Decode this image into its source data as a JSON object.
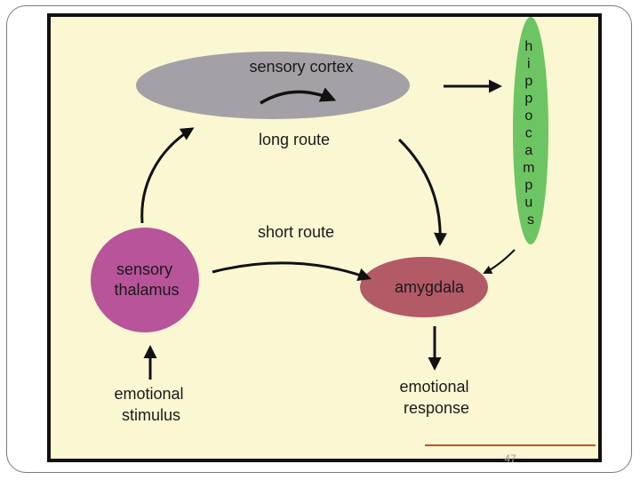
{
  "nodes": {
    "sensory_cortex": "sensory cortex",
    "sensory_thalamus_line1": "sensory",
    "sensory_thalamus_line2": "thalamus",
    "amygdala": "amygdala",
    "hippocampus_letters": [
      "h",
      "i",
      "p",
      "p",
      "o",
      "c",
      "a",
      "m",
      "p",
      "u",
      "s"
    ]
  },
  "routes": {
    "long_route": "long route",
    "short_route": "short route"
  },
  "inputs_outputs": {
    "stimulus_line1": "emotional",
    "stimulus_line2": "stimulus",
    "response_line1": "emotional",
    "response_line2": "response"
  },
  "footer": {
    "page_number": "47"
  },
  "colors": {
    "background": "#fbf7d2",
    "cortex": "#a3a1a6",
    "thalamus": "#b8549a",
    "amygdala": "#b35a67",
    "hippocampus": "#6cc562",
    "arrow": "#111111",
    "accent": "#c8502a"
  }
}
